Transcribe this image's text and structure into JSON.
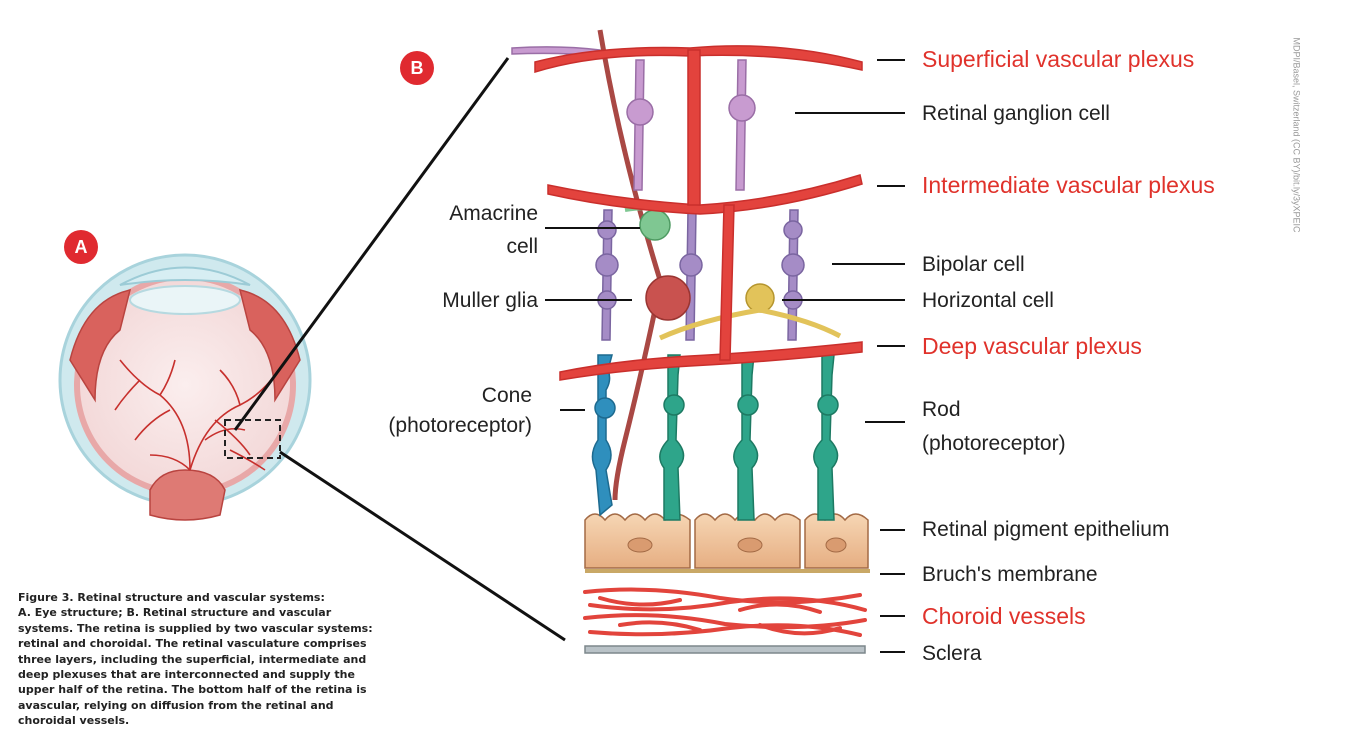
{
  "badges": {
    "a": "A",
    "b": "B"
  },
  "labels": {
    "superficial": "Superficial vascular plexus",
    "ganglion": "Retinal ganglion cell",
    "intermediate": "Intermediate vascular plexus",
    "amacrine_1": "Amacrine",
    "amacrine_2": "cell",
    "bipolar": "Bipolar cell",
    "muller": "Muller glia",
    "horizontal": "Horizontal cell",
    "deep": "Deep vascular plexus",
    "cone_1": "Cone",
    "cone_2": "(photoreceptor)",
    "rod_1": "Rod",
    "rod_2": "(photoreceptor)",
    "rpe": "Retinal pigment epithelium",
    "bruch": "Bruch's membrane",
    "choroid": "Choroid vessels",
    "sclera": "Sclera"
  },
  "caption": {
    "title": "Figure 3. Retinal structure and vascular systems:",
    "body": "A. Eye structure; B. Retinal structure and vascular systems. The retina is supplied by two vascular systems: retinal and choroidal. The retinal vasculature comprises three layers, including the superficial, intermediate and deep plexuses that are interconnected and supply the upper half of the retina. The bottom half of the retina is avascular, relying on diffusion from the retinal and choroidal vessels."
  },
  "credit": "MDPI/Basel, Switzerland (CC BY)/bit.ly/3yXPEIC",
  "colors": {
    "vessel": "#e3433d",
    "vessel_dark": "#c92f2c",
    "ganglion": "#c89bd0",
    "bipolar": "#a58cc6",
    "amacrine": "#7fc792",
    "muller": "#c9524f",
    "horizontal": "#e2c35a",
    "cone": "#2f8fbd",
    "rod": "#2ea58a",
    "rpe": "#f1c8a0",
    "label_red": "#e0322b"
  }
}
